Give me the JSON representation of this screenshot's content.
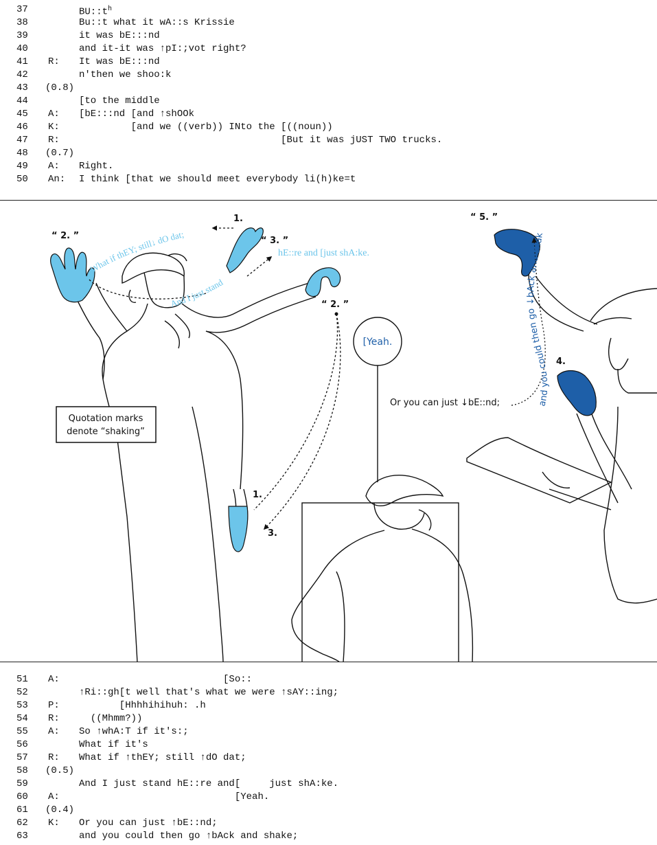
{
  "transcript_top": [
    {
      "n": "37",
      "s": "",
      "t": "BU::t",
      "sup": "h"
    },
    {
      "n": "38",
      "s": "",
      "t": "Bu::t what it wA::s Krissie"
    },
    {
      "n": "39",
      "s": "",
      "t": "it was bE:::nd"
    },
    {
      "n": "40",
      "s": "",
      "t": "and it-it was ↑pI:;vot right?"
    },
    {
      "n": "41",
      "s": "R:",
      "t": "It was bE:::nd"
    },
    {
      "n": "42",
      "s": "",
      "t": "n'then we shoo:k"
    },
    {
      "n": "43",
      "s": "(0.8)",
      "t": ""
    },
    {
      "n": "44",
      "s": "",
      "t": "[to the middle"
    },
    {
      "n": "45",
      "s": "A:",
      "t": "[bE:::nd [and ↑shOOk"
    },
    {
      "n": "46",
      "s": "K:",
      "t": "         [and we ((verb)) INto the [((noun))"
    },
    {
      "n": "47",
      "s": "R:",
      "t": "                                   [But it was jUST TWO trucks."
    },
    {
      "n": "48",
      "s": "(0.7)",
      "t": ""
    },
    {
      "n": "49",
      "s": "A:",
      "t": "Right."
    },
    {
      "n": "50",
      "s": "An:",
      "t": "I think [that we should meet everybody li(h)ke=t"
    }
  ],
  "transcript_bottom": [
    {
      "n": "51",
      "s": "A:",
      "t": "                         [So::"
    },
    {
      "n": "52",
      "s": "",
      "t": "↑Ri::gh[t well that's what we were ↑sAY::ing;"
    },
    {
      "n": "53",
      "s": "P:",
      "t": "       [Hhhhihihuh: .h"
    },
    {
      "n": "54",
      "s": "R:",
      "t": "  ((Mhmm?))"
    },
    {
      "n": "55",
      "s": "A:",
      "t": "So ↑whA:T if it's:;"
    },
    {
      "n": "56",
      "s": "",
      "t": "What if it's"
    },
    {
      "n": "57",
      "s": "R:",
      "t": "What if ↑thEY; still ↑dO dat;"
    },
    {
      "n": "58",
      "s": "(0.5)",
      "t": ""
    },
    {
      "n": "59",
      "s": "",
      "t": "And I just stand hE::re and[     just shA:ke."
    },
    {
      "n": "60",
      "s": "A:",
      "t": "                           [Yeah."
    },
    {
      "n": "61",
      "s": "(0.4)",
      "t": ""
    },
    {
      "n": "62",
      "s": "K:",
      "t": "Or you can just ↑bE::nd;"
    },
    {
      "n": "63",
      "s": "",
      "t": "and you could then go ↑bAck and shake;"
    }
  ],
  "annotations": {
    "label_1_top": "1.",
    "label_2_left": "“ 2. ”",
    "label_3_top": "“ 3. ”",
    "label_2_right": "“ 2. ”",
    "label_1_bottom": "1.",
    "label_3_bottom": "3.",
    "label_5": "“ 5. ”",
    "label_4": "4.",
    "curved_text_1": "What if thEY; still↓ dO dat;",
    "curved_text_2": "And I just stand",
    "here_text": "hE::re and [just shA:ke.",
    "yeah_bubble": "[Yeah.",
    "bend_text": "Or you can just ↓bE::nd;",
    "curved_text_3": "and you could then go ↓bAck and shake;",
    "quotation_box_line1": "Quotation marks",
    "quotation_box_line2": "denote “shaking”"
  },
  "colors": {
    "light_blue": "#6cc5ea",
    "dark_blue": "#1e5fa8",
    "line": "#111111"
  }
}
